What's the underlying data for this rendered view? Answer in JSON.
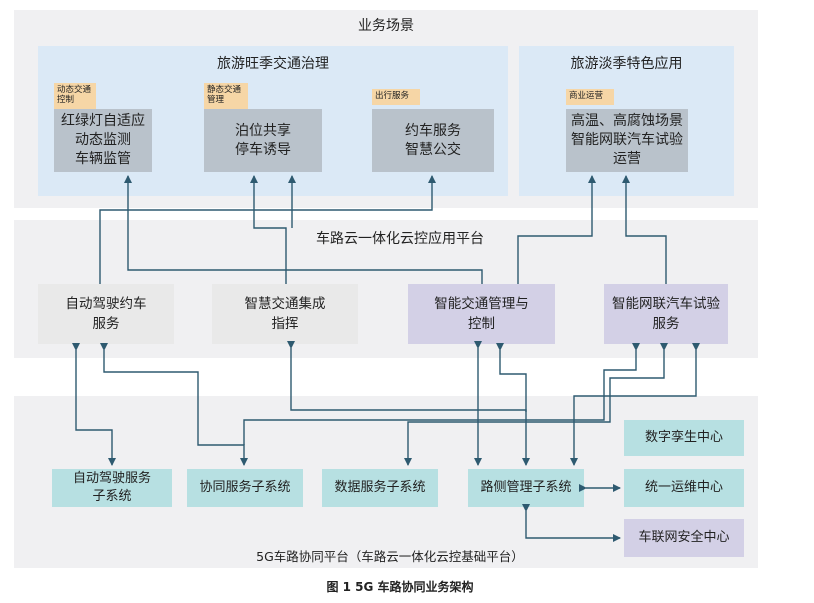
{
  "top_layer": {
    "title": "业务场景",
    "left_panel": {
      "title": "旅游旺季交通治理",
      "items": [
        {
          "tag": "动态交通\n控制",
          "box": "红绿灯自适应\n动态监测\n车辆监管"
        },
        {
          "tag": "静态交通\n管理",
          "box": "泊位共享\n停车诱导"
        },
        {
          "tag": "出行服务",
          "box": "约车服务\n智慧公交"
        }
      ]
    },
    "right_panel": {
      "title": "旅游淡季特色应用",
      "items": [
        {
          "tag": "商业运营",
          "box": "高温、高腐蚀场景\n智能网联汽车试验\n运营"
        }
      ]
    }
  },
  "middle_layer": {
    "title": "车路云一体化云控应用平台",
    "services": [
      "自动驾驶约车\n服务",
      "智慧交通集成\n指挥",
      "智能交通管理与\n控制",
      "智能网联汽车试验\n服务"
    ]
  },
  "bottom_layer": {
    "title": "5G车路协同平台（车路云一体化云控基础平台）",
    "subsystems": [
      "自动驾驶服务\n子系统",
      "协同服务子系统",
      "数据服务子系统",
      "路侧管理子系统"
    ],
    "centers": [
      "数字孪生中心",
      "统一运维中心",
      "车联网安全中心"
    ]
  },
  "caption": "图 1 5G 车路协同业务架构",
  "colors": {
    "arrow": "#2e5a70",
    "layer_bg": "#f0f0f2",
    "panel_bg": "#dbe9f6",
    "tag_bg": "#f6d6a6",
    "scenario_box": "#b9c2cb",
    "service_gray": "#e9e9e9",
    "purple": "#d3d0e6",
    "cyan": "#b7e0e2"
  }
}
